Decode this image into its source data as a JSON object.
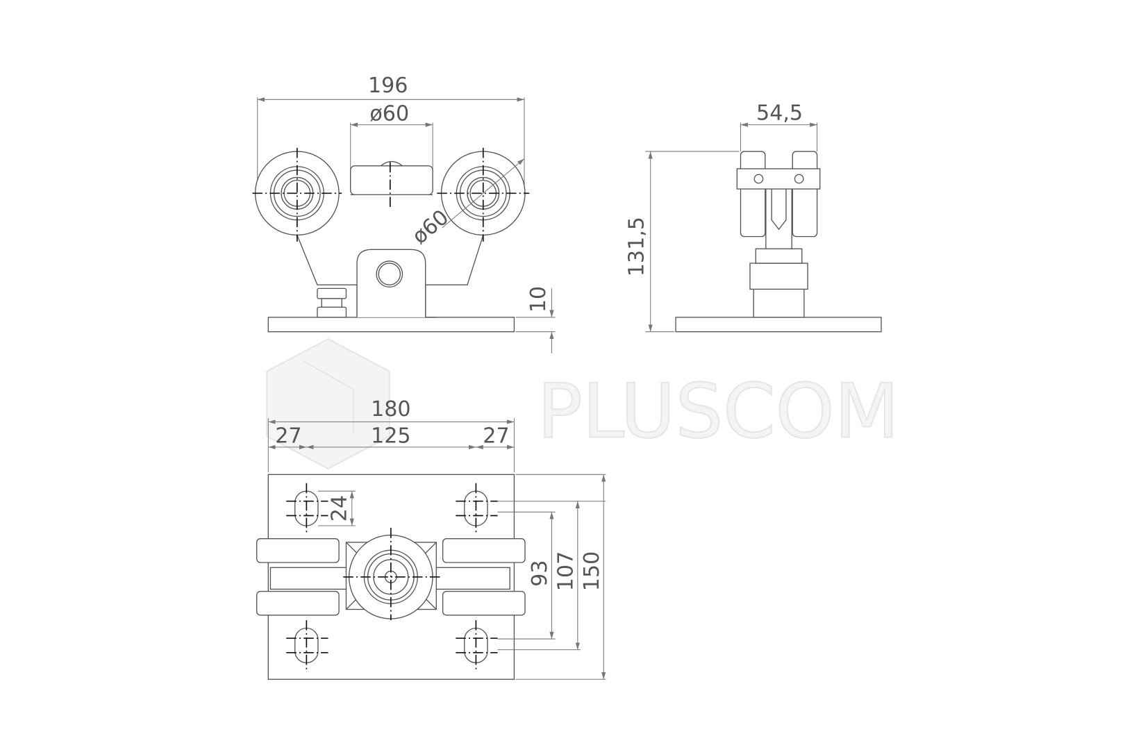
{
  "watermark": {
    "brand": "PLUSCOM"
  },
  "front_view": {
    "overall_width": "196",
    "center_wheel_diameter": "ø60",
    "side_wheel_diameter": "ø60",
    "plate_thickness": "10"
  },
  "side_view": {
    "width": "54,5",
    "height": "131,5"
  },
  "top_view": {
    "plate_width": "180",
    "edge_left": "27",
    "hole_spacing_x": "125",
    "edge_right": "27",
    "slot_length": "24",
    "hole_spacing_inner": "93",
    "hole_spacing_outer": "107",
    "plate_length": "150"
  },
  "colors": {
    "line": "#555555",
    "axis": "#111111",
    "watermark": "#e6e6e6"
  }
}
